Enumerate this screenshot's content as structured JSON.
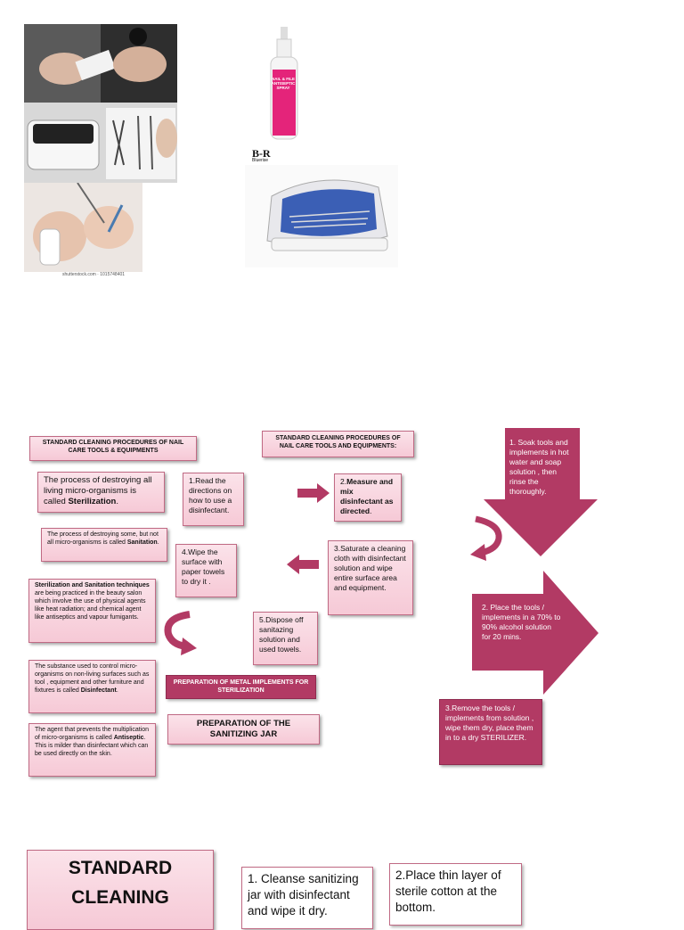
{
  "photos": {
    "spray_label_lines": [
      "NAIL & FILE",
      "ANTISEPTIC",
      "SPRAY"
    ],
    "brand_logo_lines": [
      "B-R",
      "Bluerise"
    ],
    "stock_caption": "shutterstock.com · 1015748401"
  },
  "titles": {
    "left_title": "STANDARD CLEANING PROCEDURES OF NAIL CARE TOOLS & EQUIPMENTS",
    "center_title": "STANDARD CLEANING PROCEDURES OF NAIL CARE TOOLS AND EQUIPMENTS:",
    "metal_title": "PREPARATION OF METAL IMPLEMENTS FOR STERILIZATION",
    "jar_title": "PREPARATION OF THE SANITIZING JAR"
  },
  "definitions": {
    "sterilization": {
      "pre": "The process of destroying all living micro-organisms is called ",
      "term": "Sterilization",
      "post": "."
    },
    "sanitation": {
      "pre": "The process of destroying some, but not all micro-organisms is called ",
      "term": "Sanitation",
      "post": "."
    },
    "techniques": {
      "term": "Sterilization and Sanitation techniques",
      "post": " are being practiced in the beauty salon which involve the use of physical agents like heat radiation; and chemical agent like antiseptics and vapour fumigants."
    },
    "disinfectant": {
      "pre": "The substance used to control micro-organisms on non-living surfaces such as tool , equipment and other furniture and fixtures is called ",
      "term": "Disinfectant",
      "post": "."
    },
    "antiseptic": {
      "pre": "The agent that prevents the multiplication of micro-organisms is called ",
      "term": "Antiseptic",
      "post": ". This is milder than disinfectant which can be used directly on the skin."
    }
  },
  "steps": {
    "step1": "1.Read the directions on how to use a disinfectant.",
    "step2": {
      "pre": "2.",
      "bold": "Measure and mix disinfectant as directed",
      "post": "."
    },
    "step3": "3.Saturate a cleaning cloth with disinfectant solution and wipe entire surface area and equipment.",
    "step4": "4.Wipe the surface with paper towels to dry it .",
    "step5": "5.Dispose off sanitazing solution and used towels."
  },
  "metal_steps": {
    "soak": "1. Soak tools and implements in hot water and soap solution , then rinse the thoroughly.",
    "alcohol": "2. Place the tools / implements in a 70% to 90% alcohol solution for 20 mins.",
    "remove": "3.Remove the tools / implements from solution , wipe them dry, place them in to a dry STERILIZER."
  },
  "bottom": {
    "big_lines": [
      "STANDARD",
      "CLEANING"
    ],
    "jar_step1": "1. Cleanse sanitizing jar with disinfectant and wipe it dry.",
    "jar_step2": "2.Place thin layer of sterile cotton at the bottom."
  },
  "colors": {
    "box_fill": "#f6c9d6",
    "box_border": "#c06a84",
    "arrow": "#b23a64"
  }
}
